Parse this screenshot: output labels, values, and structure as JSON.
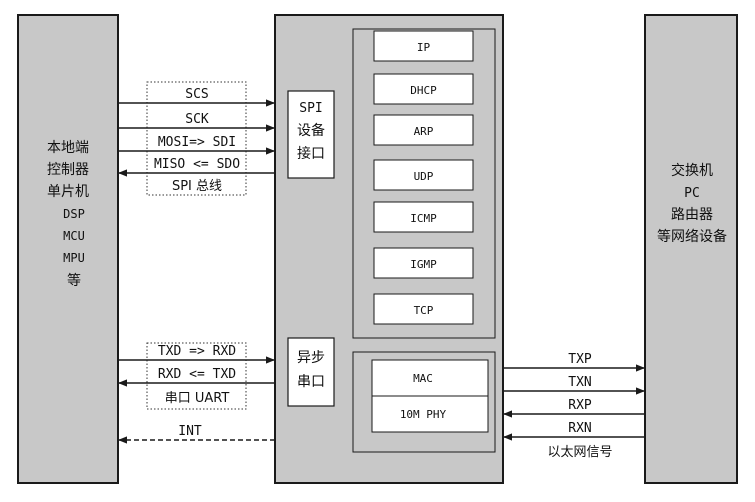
{
  "colors": {
    "panel": "#c8c8c8",
    "stroke": "#1a1a1a",
    "white": "#ffffff"
  },
  "left_device": {
    "lines": [
      "本地端",
      "控制器",
      "单片机",
      "DSP",
      "MCU",
      "MPU",
      "等"
    ]
  },
  "right_device": {
    "lines": [
      "交换机",
      "PC",
      "路由器",
      "等网络设备"
    ]
  },
  "spi": {
    "block_lines": [
      "SPI",
      "设备",
      "接口"
    ],
    "signals": [
      "SCS",
      "SCK",
      "MOSI=> SDI",
      "MISO <= SDO"
    ],
    "bus_label": "SPI 总线"
  },
  "uart": {
    "block_lines": [
      "异步",
      "串口"
    ],
    "signals": [
      "TXD => RXD",
      "RXD <= TXD"
    ],
    "bus_label": "串口 UART"
  },
  "interrupt": {
    "label": "INT"
  },
  "protocols": [
    "IP",
    "DHCP",
    "ARP",
    "UDP",
    "ICMP",
    "IGMP",
    "TCP"
  ],
  "phy": {
    "mac": "MAC",
    "phy": "10M PHY"
  },
  "ethernet": {
    "signals": [
      "TXP",
      "TXN",
      "RXP",
      "RXN"
    ],
    "bus_label": "以太网信号"
  }
}
